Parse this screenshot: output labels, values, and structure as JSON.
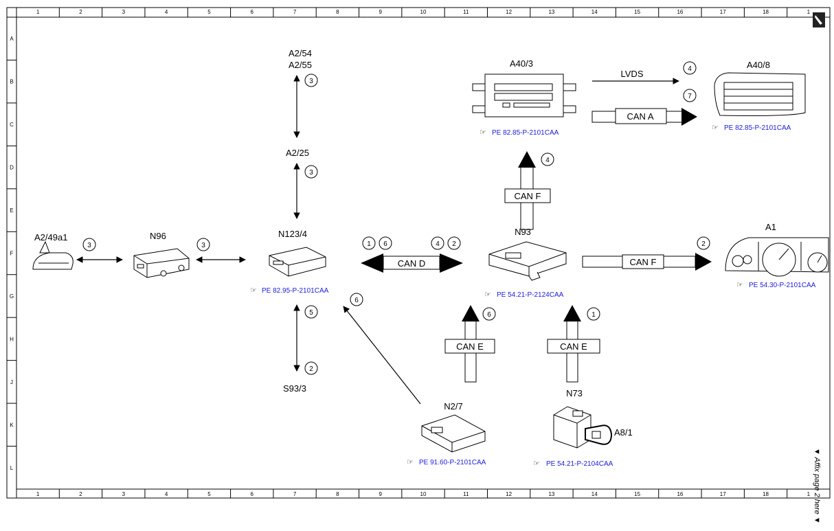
{
  "grid": {
    "columns": [
      "1",
      "2",
      "3",
      "4",
      "5",
      "6",
      "7",
      "8",
      "9",
      "10",
      "11",
      "12",
      "13",
      "14",
      "15",
      "16",
      "17",
      "18",
      "1"
    ],
    "rows": [
      "A",
      "B",
      "C",
      "D",
      "E",
      "F",
      "G",
      "H",
      "J",
      "K",
      "L"
    ]
  },
  "components": {
    "a2_49a1": "A2/49a1",
    "n96": "N96",
    "n123_4": "N123/4",
    "a2_54": "A2/54",
    "a2_55": "A2/55",
    "a2_25": "A2/25",
    "s93_3": "S93/3",
    "a40_3": "A40/3",
    "a40_8": "A40/8",
    "n93": "N93",
    "a1": "A1",
    "n2_7": "N2/7",
    "n73": "N73",
    "a8_1": "A8/1"
  },
  "buses": {
    "lvds": "LVDS",
    "can_a": "CAN A",
    "can_d": "CAN D",
    "can_f_vertical": "CAN F",
    "can_f_horizontal": "CAN F",
    "can_e_left": "CAN E",
    "can_e_right": "CAN E"
  },
  "references": {
    "n123_4": "PE 82.95-P-2101CAA",
    "a40_3": "PE 82.85-P-2101CAA",
    "a40_8": "PE 82.85-P-2101CAA",
    "n93": "PE 54.21-P-2124CAA",
    "a1": "PE 54.30-P-2101CAA",
    "n2_7": "PE 91.60-P-2101CAA",
    "n73": "PE 54.21-P-2104CAA"
  },
  "markers": {
    "a2_54_link": "3",
    "a2_25_link": "3",
    "a2_49a1_link": "3",
    "n96_link": "3",
    "can_d_left_a": "1",
    "can_d_left_b": "6",
    "can_d_right_a": "4",
    "can_d_right_b": "2",
    "lvds": "4",
    "can_a": "7",
    "can_f_vertical": "4",
    "can_f_horizontal": "2",
    "s93_3_up": "5",
    "s93_3_down": "2",
    "n2_7_link": "6",
    "can_e_left": "6",
    "can_e_right": "1"
  },
  "margin_note": "▼ Affix page 2 here ▼",
  "colors": {
    "reference_text": "#1a1adc",
    "line": "#000000"
  }
}
